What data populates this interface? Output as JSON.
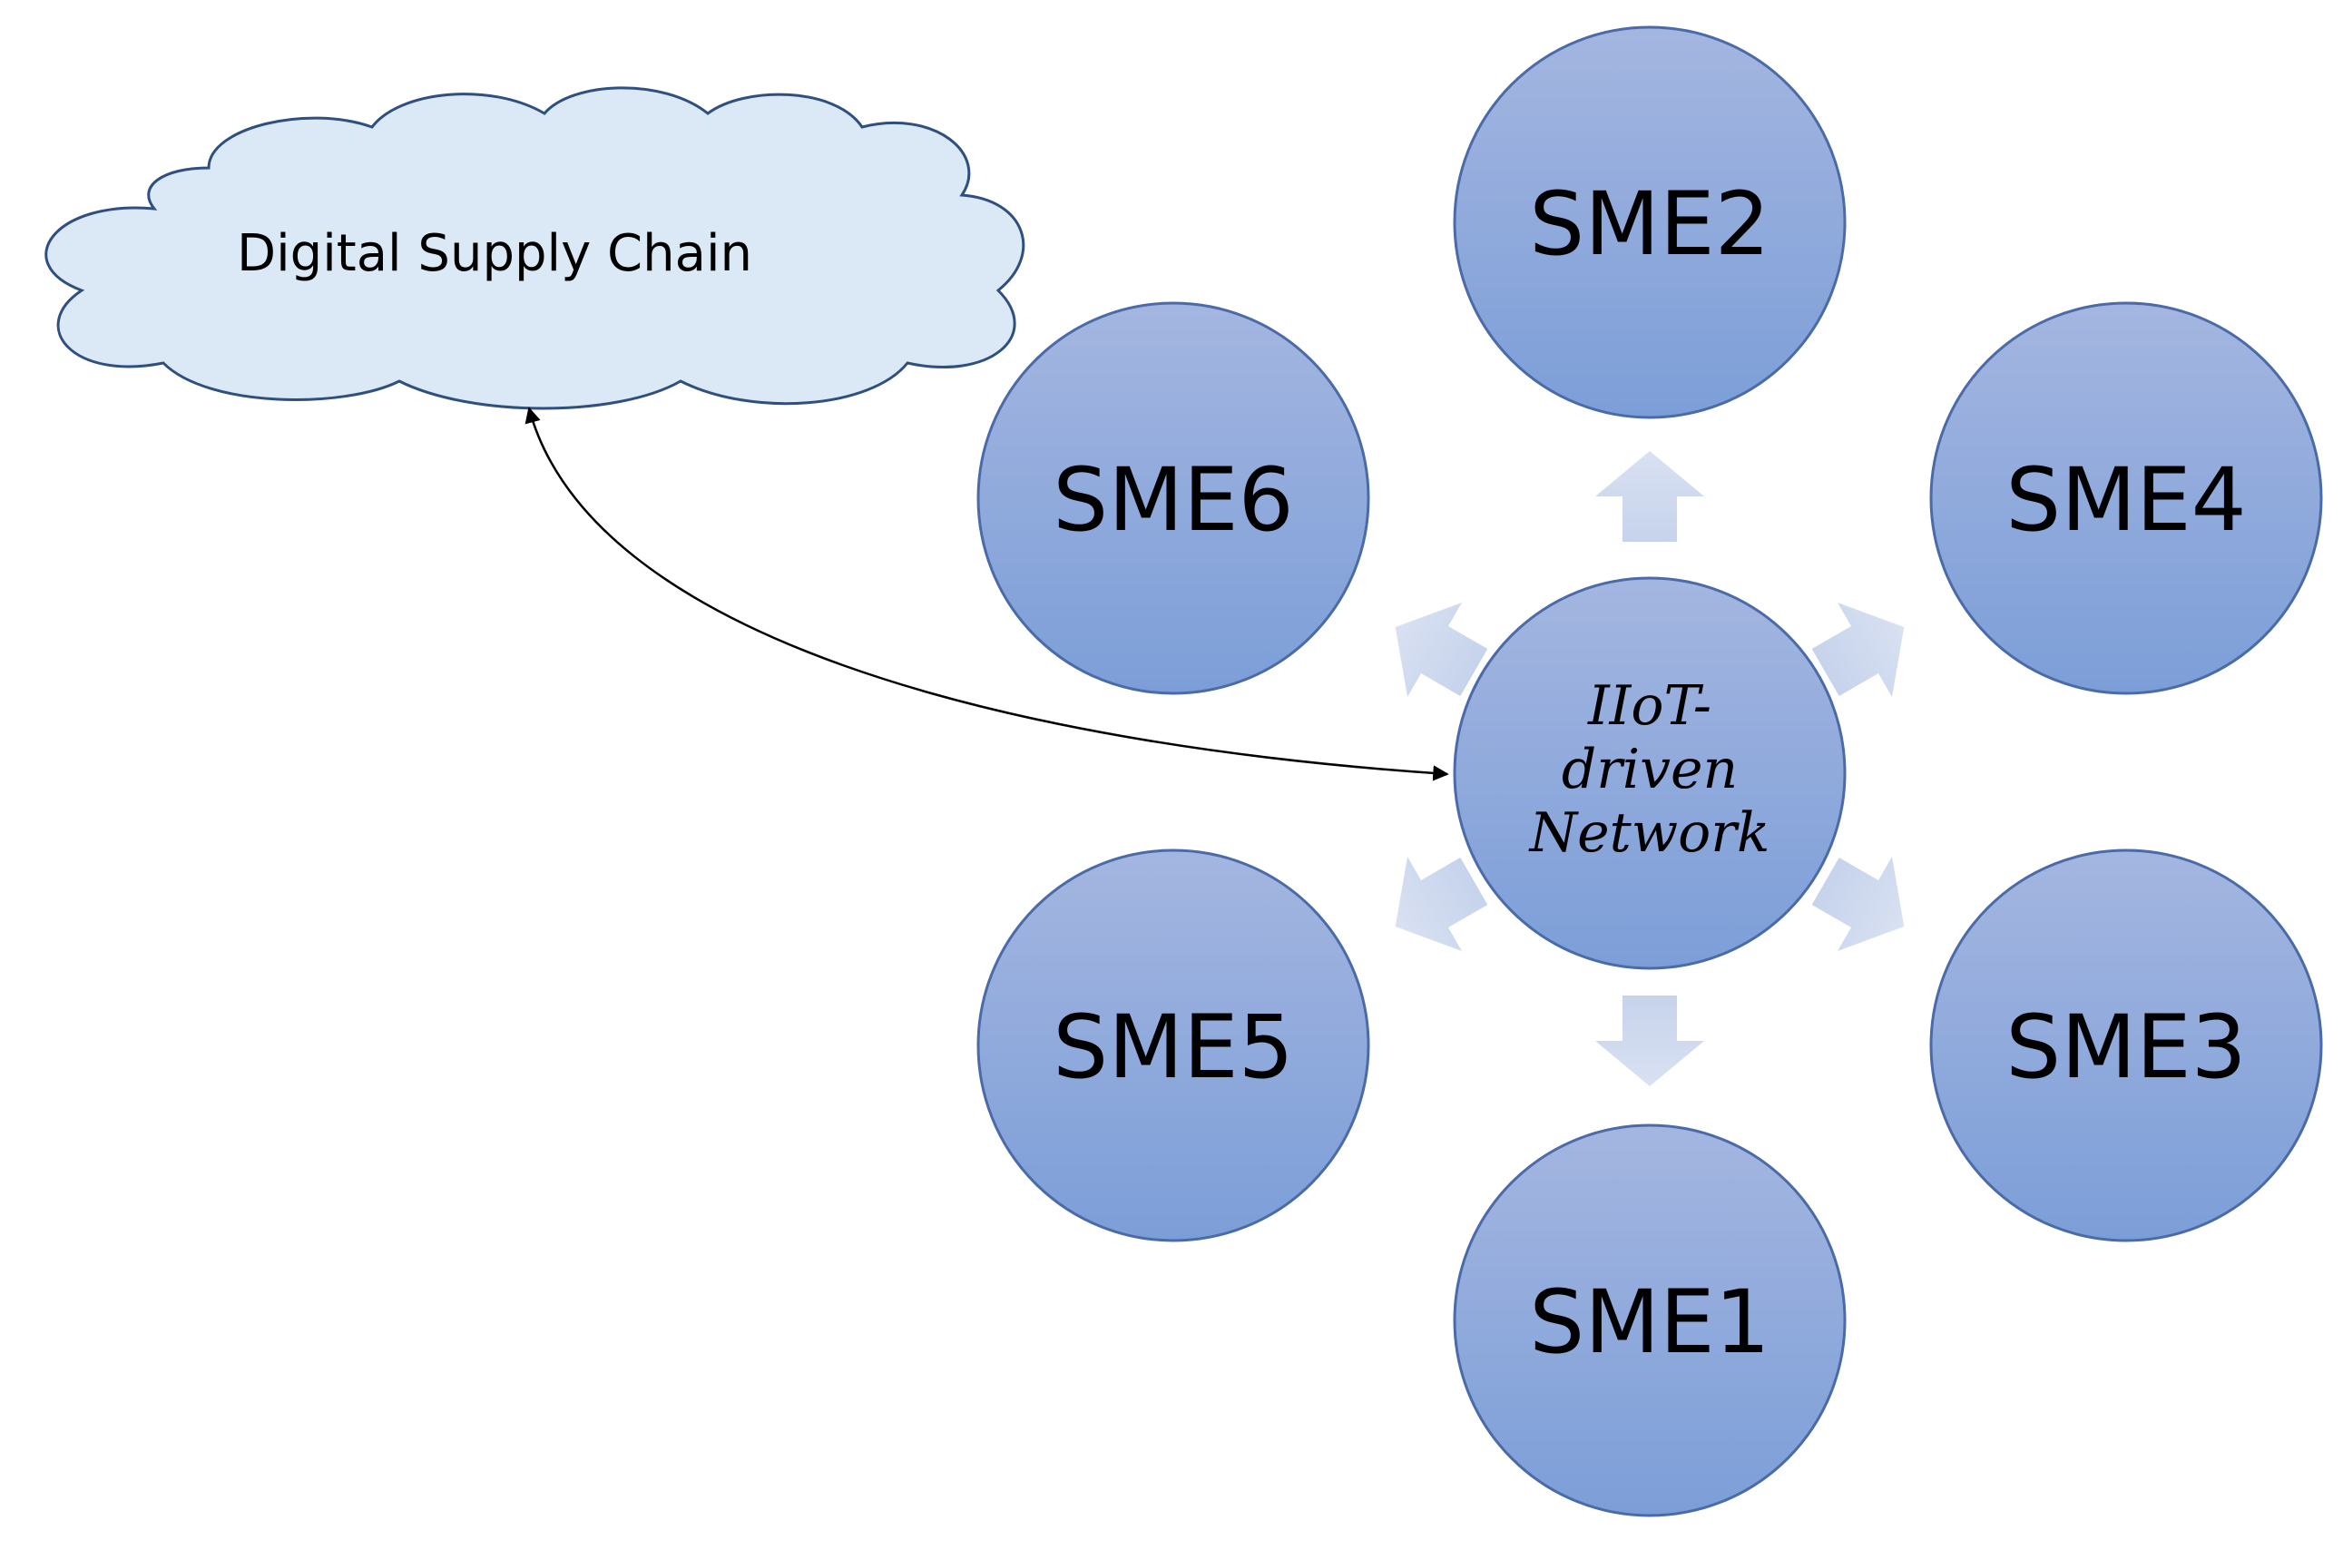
{
  "cloud": {
    "label": "Digital Supply Chain"
  },
  "center": {
    "line1": "IIoT-",
    "line2": "driven",
    "line3": "Network"
  },
  "nodes": {
    "sme1": "SME1",
    "sme2": "SME2",
    "sme3": "SME3",
    "sme4": "SME4",
    "sme5": "SME5",
    "sme6": "SME6"
  },
  "colors": {
    "circle_top": "#a4b6e0",
    "circle_bottom": "#7c9ed8",
    "circle_stroke": "#4a6aa8",
    "cloud_fill": "#dbe9f6",
    "cloud_stroke": "#2f4f7f",
    "arrow_fill": "#cfd9ee",
    "connector": "#000000"
  }
}
